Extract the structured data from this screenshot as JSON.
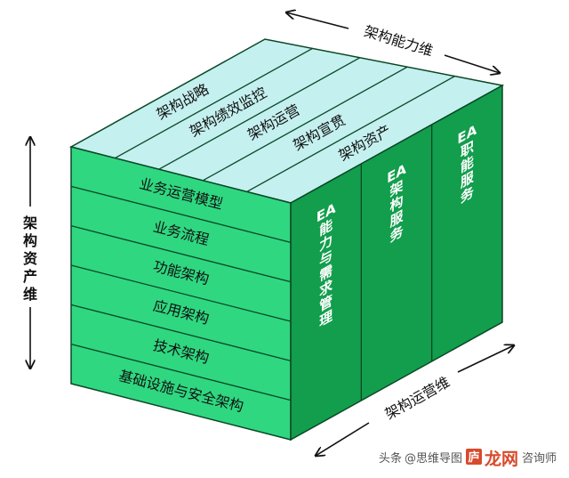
{
  "axes": {
    "capability": "架构能力维",
    "asset": "架构资产维",
    "operation": "架构运营维"
  },
  "top_rows": [
    "架构战略",
    "架构绩效监控",
    "架构运营",
    "架构宣贯",
    "架构资产"
  ],
  "front_rows": [
    "业务运营模型",
    "业务流程",
    "功能架构",
    "应用架构",
    "技术架构",
    "基础设施与安全架构"
  ],
  "side_columns": [
    "EA能力与需求管理",
    "EA架构服务",
    "EA职能服务"
  ],
  "watermark": {
    "prefix": "头条",
    "handle": "@思维导图",
    "logo_text": "庐",
    "brand": "龙网",
    "suffix": "咨询师"
  },
  "colors": {
    "front": "#2fd780",
    "side": "#129e4c",
    "top": "#c4f0ef",
    "outline": "#0a4726"
  }
}
